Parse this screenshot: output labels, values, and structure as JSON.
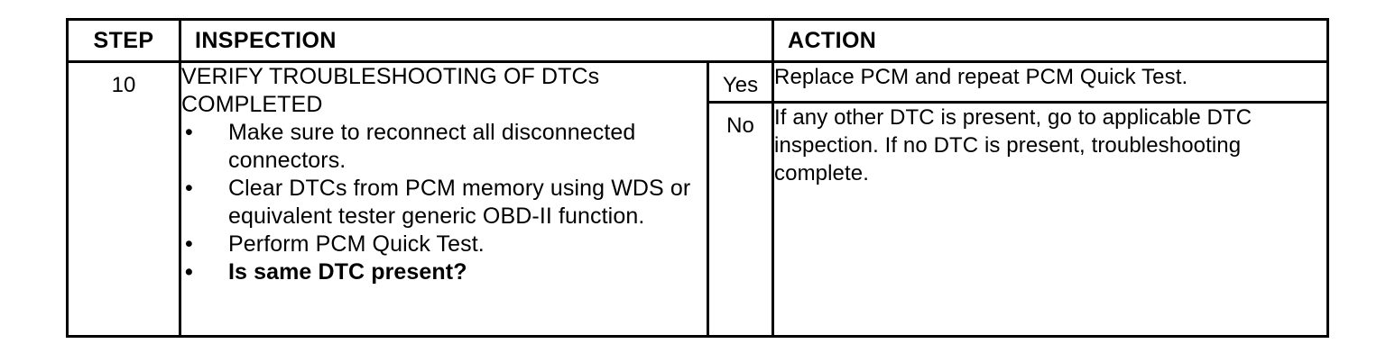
{
  "document": {
    "type": "diagnostic-troubleshooting-table",
    "ink_color": "#000000",
    "page_color": "#ffffff"
  },
  "table": {
    "headers": {
      "step": "STEP",
      "inspection": "INSPECTION",
      "action": "ACTION"
    },
    "rows": [
      {
        "step": "10",
        "inspection": {
          "title_line_1": "VERIFY TROUBLESHOOTING OF DTCs",
          "title_line_2": "COMPLETED",
          "bullet_glyph": "•",
          "bullets": [
            {
              "text": "Make sure to reconnect all disconnected connectors.",
              "bold": false
            },
            {
              "text": "Clear DTCs from PCM memory using WDS or equivalent tester generic OBD-II function.",
              "bold": false
            },
            {
              "text": "Perform PCM Quick Test.",
              "bold": false
            },
            {
              "text": "Is same DTC present?",
              "bold": true
            }
          ]
        },
        "actions": [
          {
            "answer": "Yes",
            "text": "Replace PCM and repeat PCM Quick Test."
          },
          {
            "answer": "No",
            "text": "If any other DTC is present, go to applicable DTC inspection. If no DTC is present, troubleshooting complete."
          }
        ]
      }
    ]
  }
}
